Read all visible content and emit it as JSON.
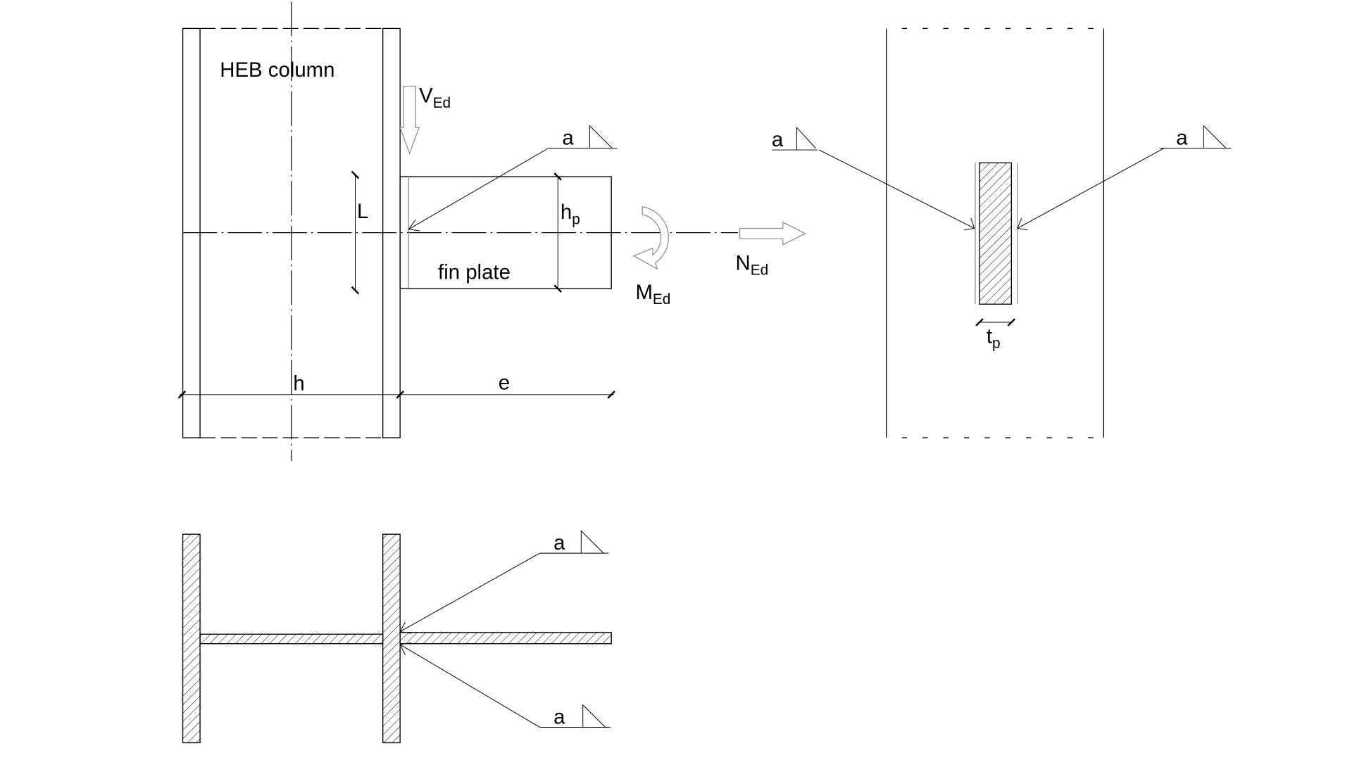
{
  "diagram": {
    "title": "Fin plate connection to HEB column",
    "labels": {
      "column": "HEB column",
      "fin_plate": "fin plate",
      "length": "L",
      "column_depth": "h",
      "eccentricity": "e",
      "weld_throat": "a"
    },
    "symbols": {
      "plate_height": {
        "main": "h",
        "sub": "p"
      },
      "plate_thickness": {
        "main": "t",
        "sub": "p"
      },
      "shear_force": {
        "main": "V",
        "sub": "Ed"
      },
      "axial_force": {
        "main": "N",
        "sub": "Ed"
      },
      "bending_moment": {
        "main": "M",
        "sub": "Ed"
      }
    },
    "views": [
      "elevation",
      "side-section",
      "plan-section"
    ],
    "colors": {
      "line": "#000000",
      "load_arrow": "#8a8a8a",
      "background": "#ffffff"
    }
  }
}
